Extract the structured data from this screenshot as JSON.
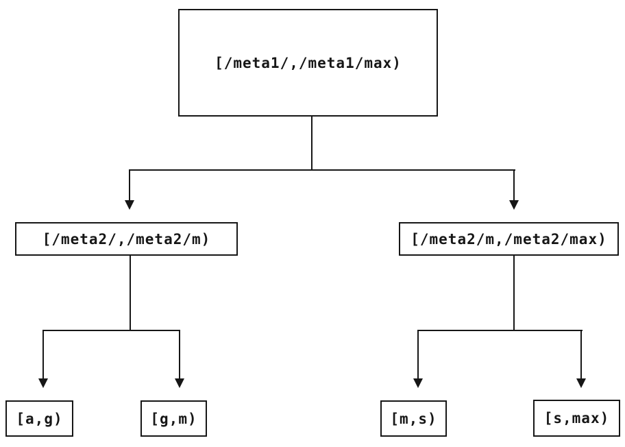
{
  "colors": {
    "line": "#161616",
    "background": "#ffffff"
  },
  "nodes": {
    "root": "[/meta1/,/meta1/max)",
    "left": "[/meta2/,/meta2/m)",
    "right": "[/meta2/m,/meta2/max)",
    "leaf_ag": "[a,g)",
    "leaf_gm": "[g,m)",
    "leaf_ms": "[m,s)",
    "leaf_smax": "[s,max)"
  }
}
